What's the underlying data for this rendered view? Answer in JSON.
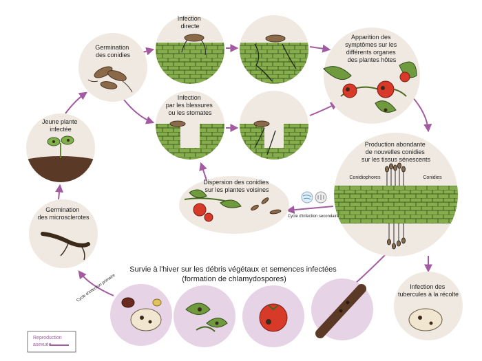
{
  "stages": {
    "infection_directe": [
      "Infection",
      "directe"
    ],
    "germination_conidies": [
      "Germination",
      "des conidies"
    ],
    "apparition_symptomes": [
      "Apparition des",
      "symptômes sur les",
      "différents organes",
      "des plantes hôtes"
    ],
    "infection_blessures": [
      "Infection",
      "par les blessures",
      "ou les stomates"
    ],
    "jeune_plante": [
      "Jeune plante",
      "infectée"
    ],
    "production_conidies": [
      "Production abondante",
      "de nouvelles conidies",
      "sur les tissus sénescents"
    ],
    "conidiophores": "Conidiophores",
    "conidies": "Conidies",
    "dispersion": [
      "Dispersion des conidies",
      "sur les plantes voisines"
    ],
    "cycle_secondaire": "Cycle d'infection secondaire",
    "germination_microsclerotes": [
      "Germination",
      "des microsclerotes"
    ],
    "survie_hiver": [
      "Survie à l'hiver sur les débris végétaux et semences infectées",
      "(formation de chlamydospores)"
    ],
    "cycle_primaire": "Cycle d'infection primaire",
    "infection_tubercules": [
      "Infection des",
      "tubercules à la récolte"
    ]
  },
  "legend": {
    "label": [
      "Reproduction",
      "asexuée"
    ]
  },
  "colors": {
    "arrow": "#a25ba0",
    "circle_beige": "#efe9e1",
    "circle_purple": "#e7d3e6",
    "leaf_green": "#7fa547",
    "cell_border": "#3e5a25",
    "tomato_red": "#d83a2a",
    "fungus_brown": "#8a6a49"
  }
}
